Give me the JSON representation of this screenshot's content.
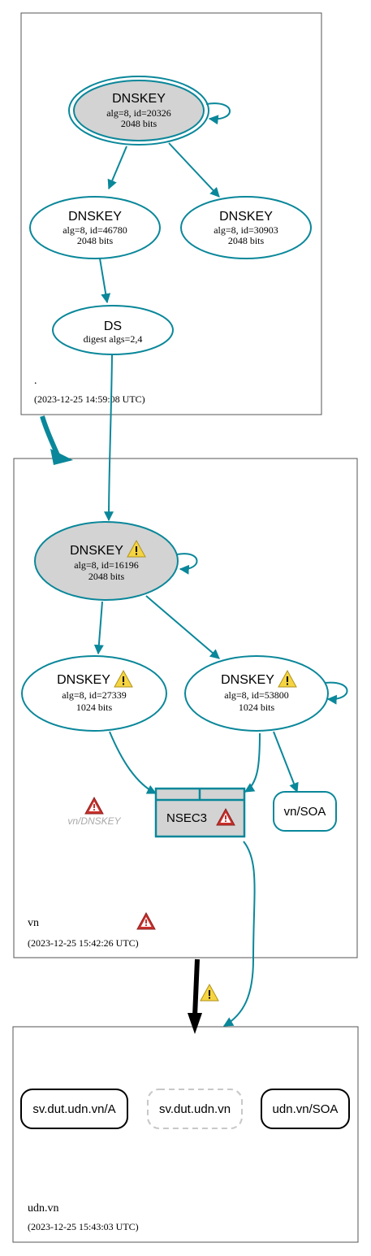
{
  "colors": {
    "edge": "#0a879a",
    "ksk_fill": "#d3d3d3",
    "nsec3_fill": "#d3d3d3",
    "zone_border": "#555555",
    "warning_yellow": "#f5d442",
    "error_red": "#c9302c",
    "faded": "#a9a9a9"
  },
  "zones": {
    "root": {
      "name": ".",
      "timestamp": "(2023-12-25 14:59:08 UTC)"
    },
    "vn": {
      "name": "vn",
      "timestamp": "(2023-12-25 15:42:26 UTC)",
      "status_icon": "error-icon"
    },
    "udn": {
      "name": "udn.vn",
      "timestamp": "(2023-12-25 15:43:03 UTC)"
    }
  },
  "nodes": {
    "root_ksk": {
      "title": "DNSKEY",
      "line1": "alg=8, id=20326",
      "line2": "2048 bits"
    },
    "root_zsk1": {
      "title": "DNSKEY",
      "line1": "alg=8, id=46780",
      "line2": "2048 bits"
    },
    "root_zsk2": {
      "title": "DNSKEY",
      "line1": "alg=8, id=30903",
      "line2": "2048 bits"
    },
    "vn_ds": {
      "title": "DS",
      "line1": "digest algs=2,4"
    },
    "vn_ksk": {
      "title": "DNSKEY",
      "line1": "alg=8, id=16196",
      "line2": "2048 bits",
      "status_icon": "warning-icon"
    },
    "vn_zsk1": {
      "title": "DNSKEY",
      "line1": "alg=8, id=27339",
      "line2": "1024 bits",
      "status_icon": "warning-icon"
    },
    "vn_zsk2": {
      "title": "DNSKEY",
      "line1": "alg=8, id=53800",
      "line2": "1024 bits",
      "status_icon": "warning-icon"
    },
    "vn_dnskey_rrset": {
      "label": "vn/DNSKEY",
      "status_icon": "error-icon"
    },
    "nsec3": {
      "label": "NSEC3",
      "status_icon": "error-icon"
    },
    "vn_soa": {
      "label": "vn/SOA"
    },
    "sv_a": {
      "label": "sv.dut.udn.vn/A"
    },
    "sv_name": {
      "label": "sv.dut.udn.vn"
    },
    "udn_soa": {
      "label": "udn.vn/SOA"
    }
  },
  "delegation_warning_icon": "warning-icon"
}
